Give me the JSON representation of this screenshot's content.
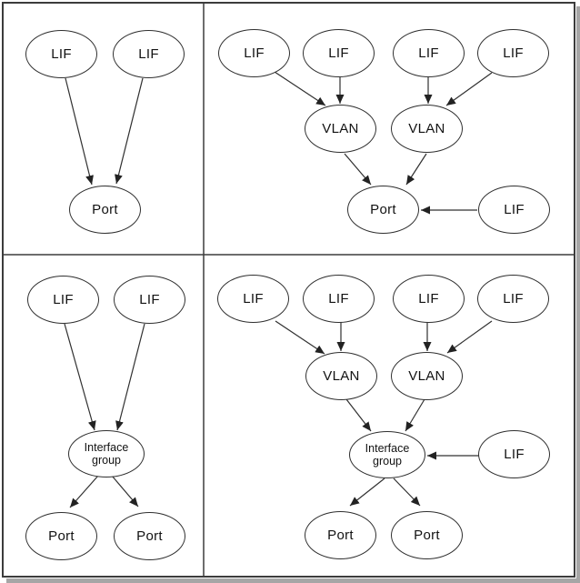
{
  "figure": {
    "background": "#ffffff",
    "border_color": "#3c3c3c",
    "shadow_color": "#a6a6a6",
    "node_fill": "#ffffff",
    "node_stroke": "#2f2f2f",
    "arrow_color": "#303030",
    "text_color": "#121212"
  },
  "diagram": {
    "type": "node-link",
    "description": "Four panels showing logical interface hierarchies: LIFs on a port; LIFs on VLANs on a port; LIFs on an interface group over two ports; LIFs on VLANs on an interface group over two ports.",
    "panels": [
      {
        "name": "lifs-on-port",
        "nodes": [
          {
            "id": "lif-1",
            "label": "LIF"
          },
          {
            "id": "lif-2",
            "label": "LIF"
          },
          {
            "id": "port-1",
            "label": "Port"
          }
        ],
        "edges": [
          {
            "from": "lif-1",
            "to": "port-1"
          },
          {
            "from": "lif-2",
            "to": "port-1"
          }
        ]
      },
      {
        "name": "lifs-on-vlans-on-port",
        "nodes": [
          {
            "id": "lif-1",
            "label": "LIF"
          },
          {
            "id": "lif-2",
            "label": "LIF"
          },
          {
            "id": "lif-3",
            "label": "LIF"
          },
          {
            "id": "lif-4",
            "label": "LIF"
          },
          {
            "id": "vlan-1",
            "label": "VLAN"
          },
          {
            "id": "vlan-2",
            "label": "VLAN"
          },
          {
            "id": "port-1",
            "label": "Port"
          },
          {
            "id": "lif-5",
            "label": "LIF"
          }
        ],
        "edges": [
          {
            "from": "lif-1",
            "to": "vlan-1"
          },
          {
            "from": "lif-2",
            "to": "vlan-1"
          },
          {
            "from": "lif-3",
            "to": "vlan-2"
          },
          {
            "from": "lif-4",
            "to": "vlan-2"
          },
          {
            "from": "vlan-1",
            "to": "port-1"
          },
          {
            "from": "vlan-2",
            "to": "port-1"
          },
          {
            "from": "lif-5",
            "to": "port-1"
          }
        ]
      },
      {
        "name": "lifs-on-interface-group",
        "nodes": [
          {
            "id": "lif-1",
            "label": "LIF"
          },
          {
            "id": "lif-2",
            "label": "LIF"
          },
          {
            "id": "ifgrp",
            "label": "Interface group"
          },
          {
            "id": "port-1",
            "label": "Port"
          },
          {
            "id": "port-2",
            "label": "Port"
          }
        ],
        "edges": [
          {
            "from": "lif-1",
            "to": "ifgrp"
          },
          {
            "from": "lif-2",
            "to": "ifgrp"
          },
          {
            "from": "ifgrp",
            "to": "port-1"
          },
          {
            "from": "ifgrp",
            "to": "port-2"
          }
        ]
      },
      {
        "name": "lifs-on-vlans-on-interface-group",
        "nodes": [
          {
            "id": "lif-1",
            "label": "LIF"
          },
          {
            "id": "lif-2",
            "label": "LIF"
          },
          {
            "id": "lif-3",
            "label": "LIF"
          },
          {
            "id": "lif-4",
            "label": "LIF"
          },
          {
            "id": "vlan-1",
            "label": "VLAN"
          },
          {
            "id": "vlan-2",
            "label": "VLAN"
          },
          {
            "id": "ifgrp",
            "label": "Interface group"
          },
          {
            "id": "lif-5",
            "label": "LIF"
          },
          {
            "id": "port-1",
            "label": "Port"
          },
          {
            "id": "port-2",
            "label": "Port"
          }
        ],
        "edges": [
          {
            "from": "lif-1",
            "to": "vlan-1"
          },
          {
            "from": "lif-2",
            "to": "vlan-1"
          },
          {
            "from": "lif-3",
            "to": "vlan-2"
          },
          {
            "from": "lif-4",
            "to": "vlan-2"
          },
          {
            "from": "vlan-1",
            "to": "ifgrp"
          },
          {
            "from": "vlan-2",
            "to": "ifgrp"
          },
          {
            "from": "lif-5",
            "to": "ifgrp"
          },
          {
            "from": "ifgrp",
            "to": "port-1"
          },
          {
            "from": "ifgrp",
            "to": "port-2"
          }
        ]
      }
    ]
  }
}
